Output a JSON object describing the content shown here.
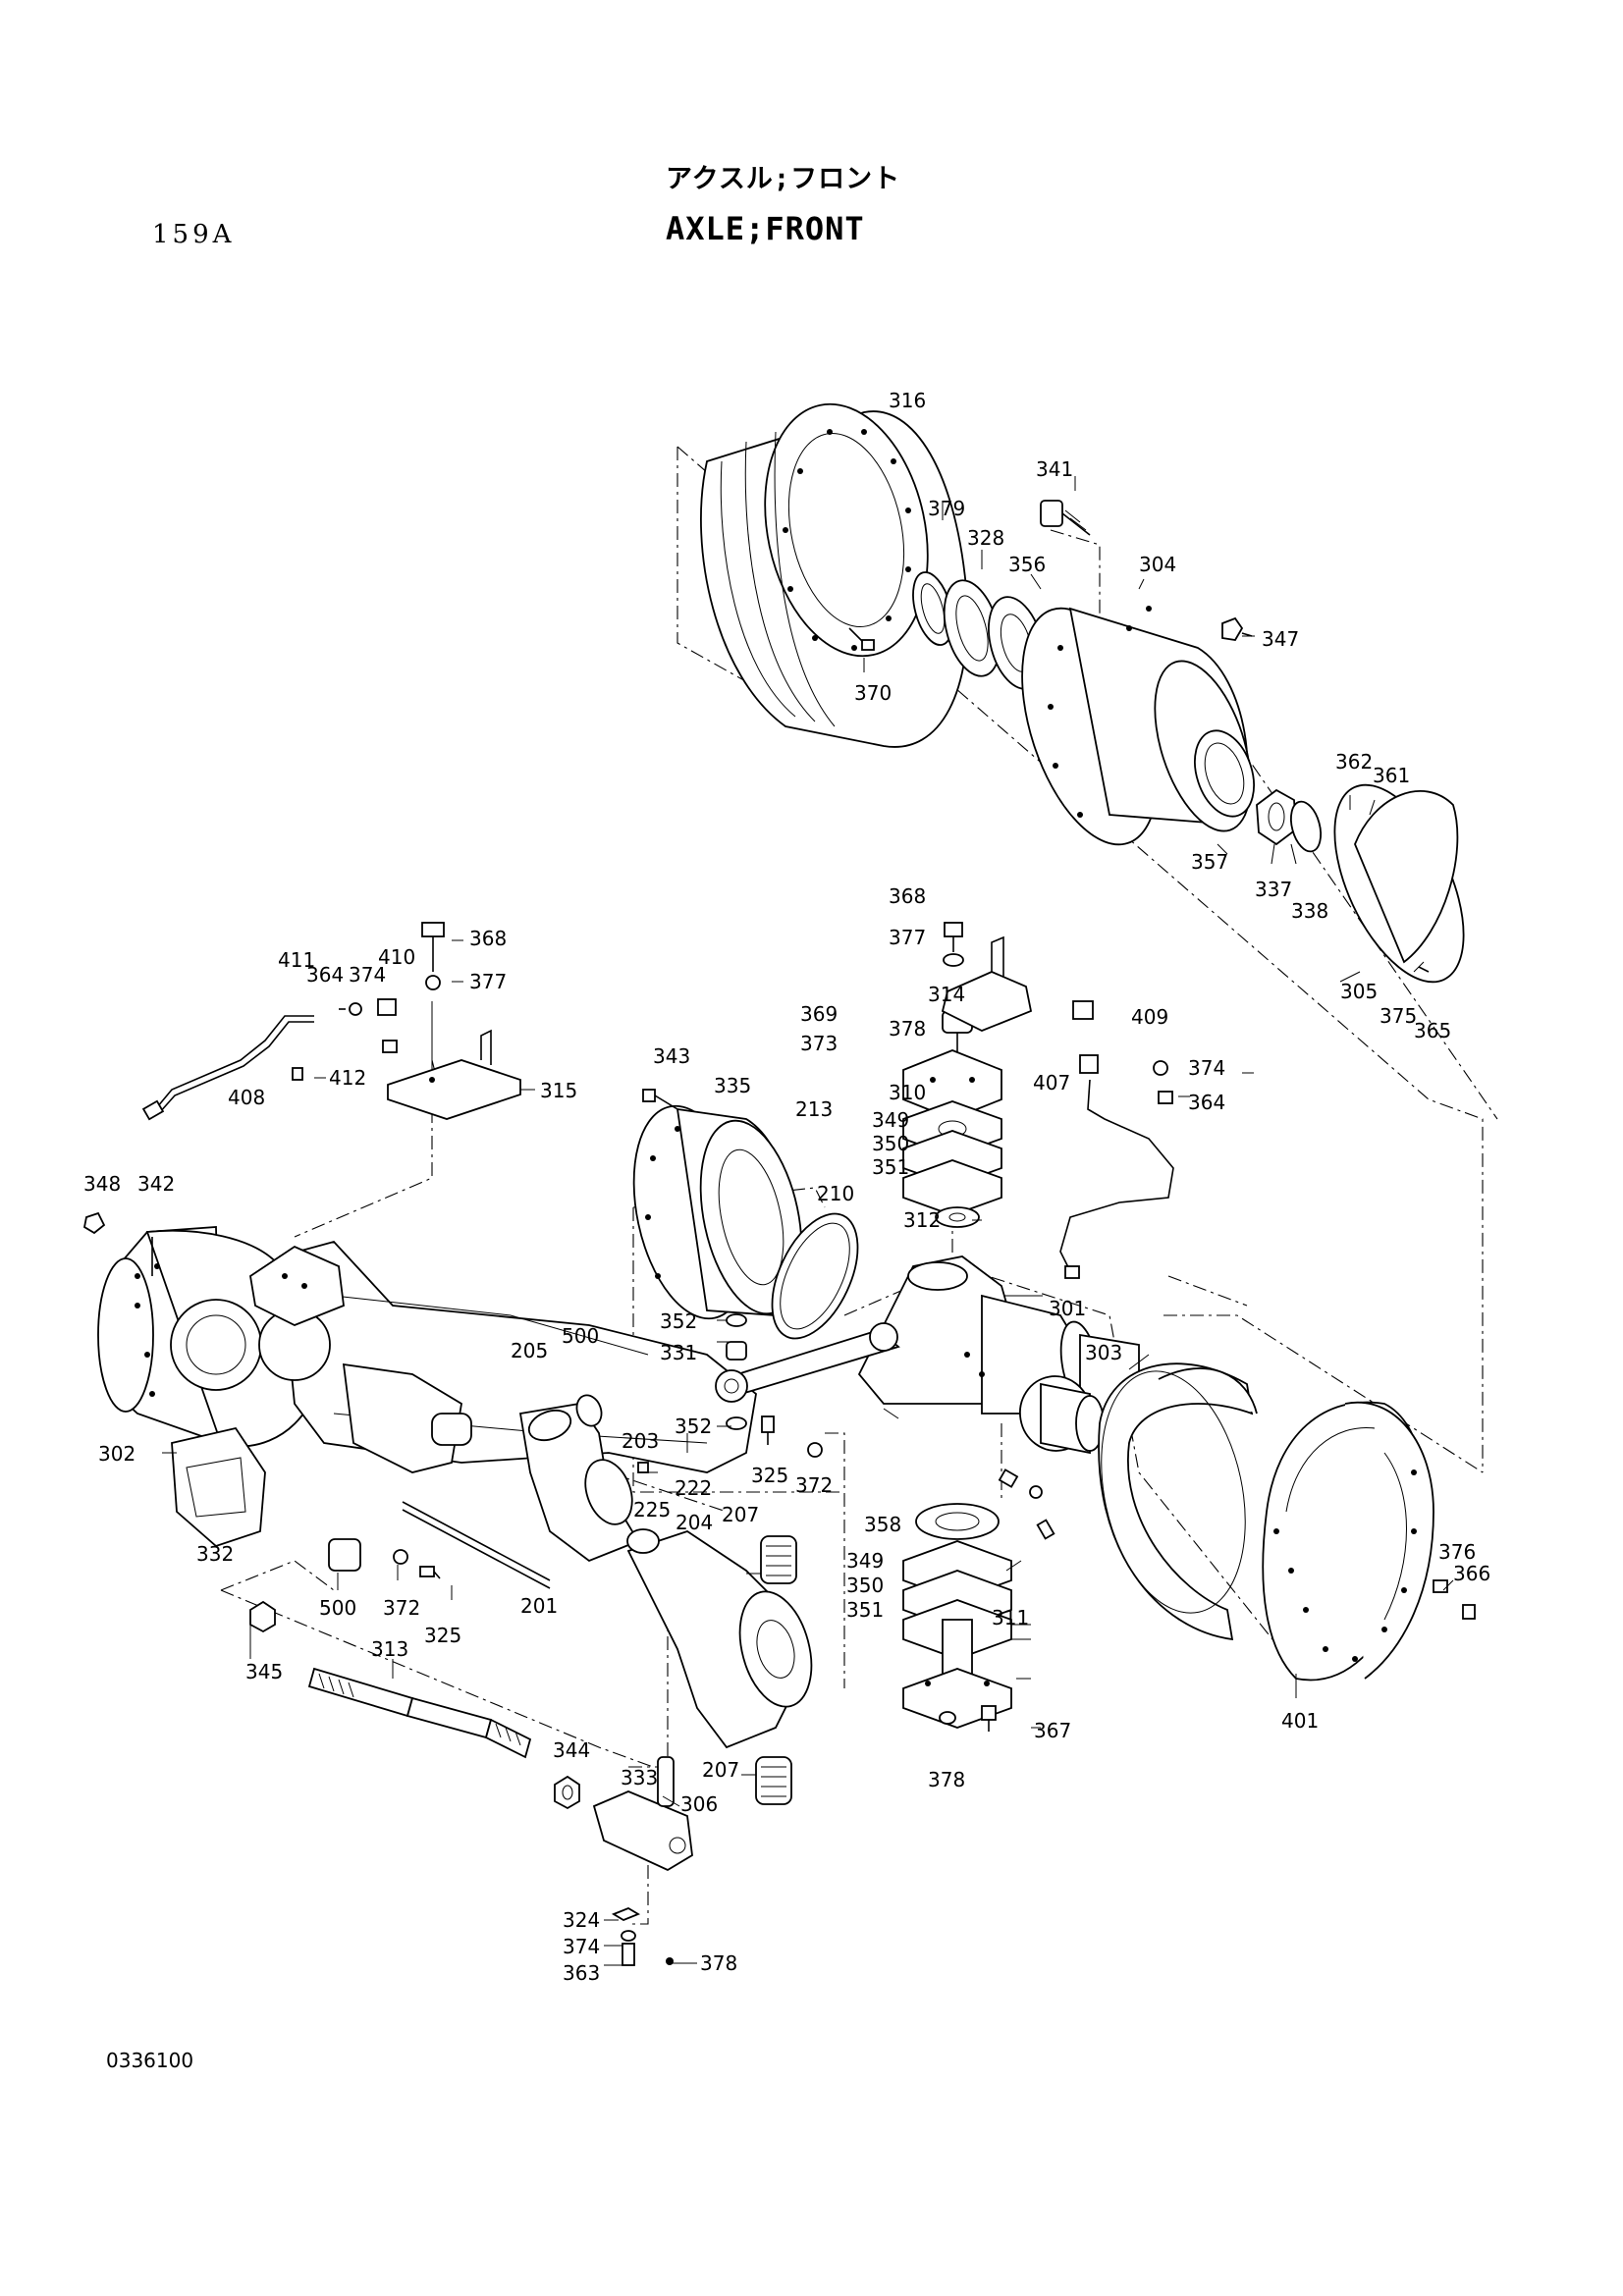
{
  "header": {
    "title_ja": "アクスル;フロント",
    "title_en": "AXLE;FRONT",
    "page_code": "159A"
  },
  "footer": {
    "figure_code": "0336100"
  },
  "callouts": {
    "c316": "316",
    "c341": "341",
    "c379": "379",
    "c328": "328",
    "c356": "356",
    "c304": "304",
    "c347": "347",
    "c370": "370",
    "c362": "362",
    "c361": "361",
    "c357": "357",
    "c337": "337",
    "c338": "338",
    "c305": "305",
    "c375": "375",
    "c365": "365",
    "c368a": "368",
    "c377a": "377",
    "c314": "314",
    "c409": "409",
    "c369": "369",
    "c373": "373",
    "c378a": "378",
    "c343": "343",
    "c335": "335",
    "c213": "213",
    "c310": "310",
    "c349a": "349",
    "c350a": "350",
    "c351a": "351",
    "c374a": "374",
    "c407": "407",
    "c364a": "364",
    "c411": "411",
    "c364b": "364",
    "c374b": "374",
    "c410": "410",
    "c368b": "368",
    "c377b": "377",
    "c408": "408",
    "c412": "412",
    "c315": "315",
    "c348": "348",
    "c342": "342",
    "c302": "302",
    "c332": "332",
    "c210": "210",
    "c312": "312",
    "c301": "301",
    "c352a": "352",
    "c331": "331",
    "c303": "303",
    "c205": "205",
    "c500a": "500",
    "c352b": "352",
    "c325a": "325",
    "c372a": "372",
    "c203": "203",
    "c222": "222",
    "c225": "225",
    "c204": "204",
    "c207a": "207",
    "c500b": "500",
    "c372b": "372",
    "c325b": "325",
    "c201": "201",
    "c358": "358",
    "c349b": "349",
    "c350b": "350",
    "c351b": "351",
    "c311": "311",
    "c376": "376",
    "c366": "366",
    "c401": "401",
    "c367": "367",
    "c378b": "378",
    "c313": "313",
    "c345": "345",
    "c344": "344",
    "c333": "333",
    "c207b": "207",
    "c306": "306",
    "c324": "324",
    "c374c": "374",
    "c363": "363",
    "c378c": "378"
  }
}
